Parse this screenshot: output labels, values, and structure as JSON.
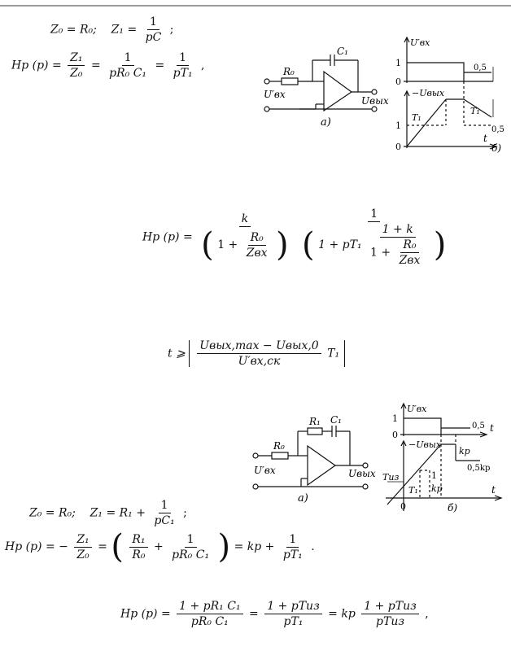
{
  "header": {
    "rule_color": "#9a9a9a"
  },
  "eq1": {
    "z0": "Z₀ = R₀;",
    "z1_left": "Z₁ =",
    "z1_num": "1",
    "z1_den": "pC",
    "z1_end": ";"
  },
  "eq2": {
    "lhs": "Hр (p) =",
    "f1_num": "Z₁",
    "f1_den": "Z₀",
    "eq_a": "=",
    "f2_num": "1",
    "f2_den": "pR₀ C₁",
    "eq_b": "=",
    "f3_num": "1",
    "f3_den": "pT₁",
    "end": ","
  },
  "fig1_circuit": {
    "r_label": "R₀",
    "c_label": "C₁",
    "in_label": "U′вх",
    "out_label": "Uвых",
    "caption": "а)"
  },
  "fig1_timing": {
    "top_axis": "U′вх",
    "one_top": "1",
    "zero_top": "0",
    "half_top": "0,5",
    "bottom_axis": "−Uвых",
    "t1_left": "T₁",
    "t1_right": "T₁",
    "one_bot": "1",
    "zero_bot": "0",
    "half_bot": "0,5",
    "t_label": "t",
    "caption": "б)"
  },
  "eq3": {
    "lhs": "Hр (p) =",
    "k": "k",
    "one": "1",
    "one_plus": "1 +",
    "r0": "R₀",
    "zvx": "Zвх",
    "one_plus_pt": "1 + pT₁",
    "one_plus_k": "1 + k",
    "one_plus_b": "1 +",
    "r0_b": "R₀",
    "zvx_b": "Zвх"
  },
  "eq4": {
    "lhs": "t ⩾",
    "num": "Uвых,max − Uвых,0",
    "den": "U′вх,ск",
    "t1": "T₁"
  },
  "fig2_circuit": {
    "r1_label": "R₁",
    "c1_label": "C₁",
    "r0_label": "R₀",
    "in_label": "U′вх",
    "out_label": "Uвых",
    "caption": "а)"
  },
  "fig2_timing": {
    "top_axis": "U′вх",
    "one_top": "1",
    "zero_top": "0",
    "half_top": "0,5",
    "t_top": "t",
    "bottom_axis": "−Uвых",
    "kp": "kр",
    "half_kp": "0,5kр",
    "one_mid": "1",
    "kp_low": "kр",
    "tiz": "Tиз",
    "t1": "T₁",
    "zero_bot": "0",
    "t_bot": "t",
    "caption": "б)"
  },
  "eq5": {
    "z0": "Z₀ = R₀;",
    "z1_left": "Z₁ = R₁ +",
    "z1_num": "1",
    "z1_den": "pC₁",
    "z1_end": ";"
  },
  "eq6": {
    "lhs": "Hр (p) = −",
    "f1_num": "Z₁",
    "f1_den": "Z₀",
    "eq_a": "=",
    "p_r1": "R₁",
    "p_r0": "R₀",
    "p_plus": "+",
    "p_one": "1",
    "p_den": "pR₀ C₁",
    "eq_b": "= kр +",
    "f3_num": "1",
    "f3_den": "pT₁",
    "end": "."
  },
  "eq7": {
    "lhs": "Hр (p) =",
    "f1_num": "1 + pR₁ C₁",
    "f1_den": "pR₀ C₁",
    "eq_a": "=",
    "f2_num": "1 + pTиз",
    "f2_den": "pT₁",
    "eq_b": "= kр",
    "f3_num": "1 + pTиз",
    "f3_den": "pTиз",
    "end": ","
  }
}
